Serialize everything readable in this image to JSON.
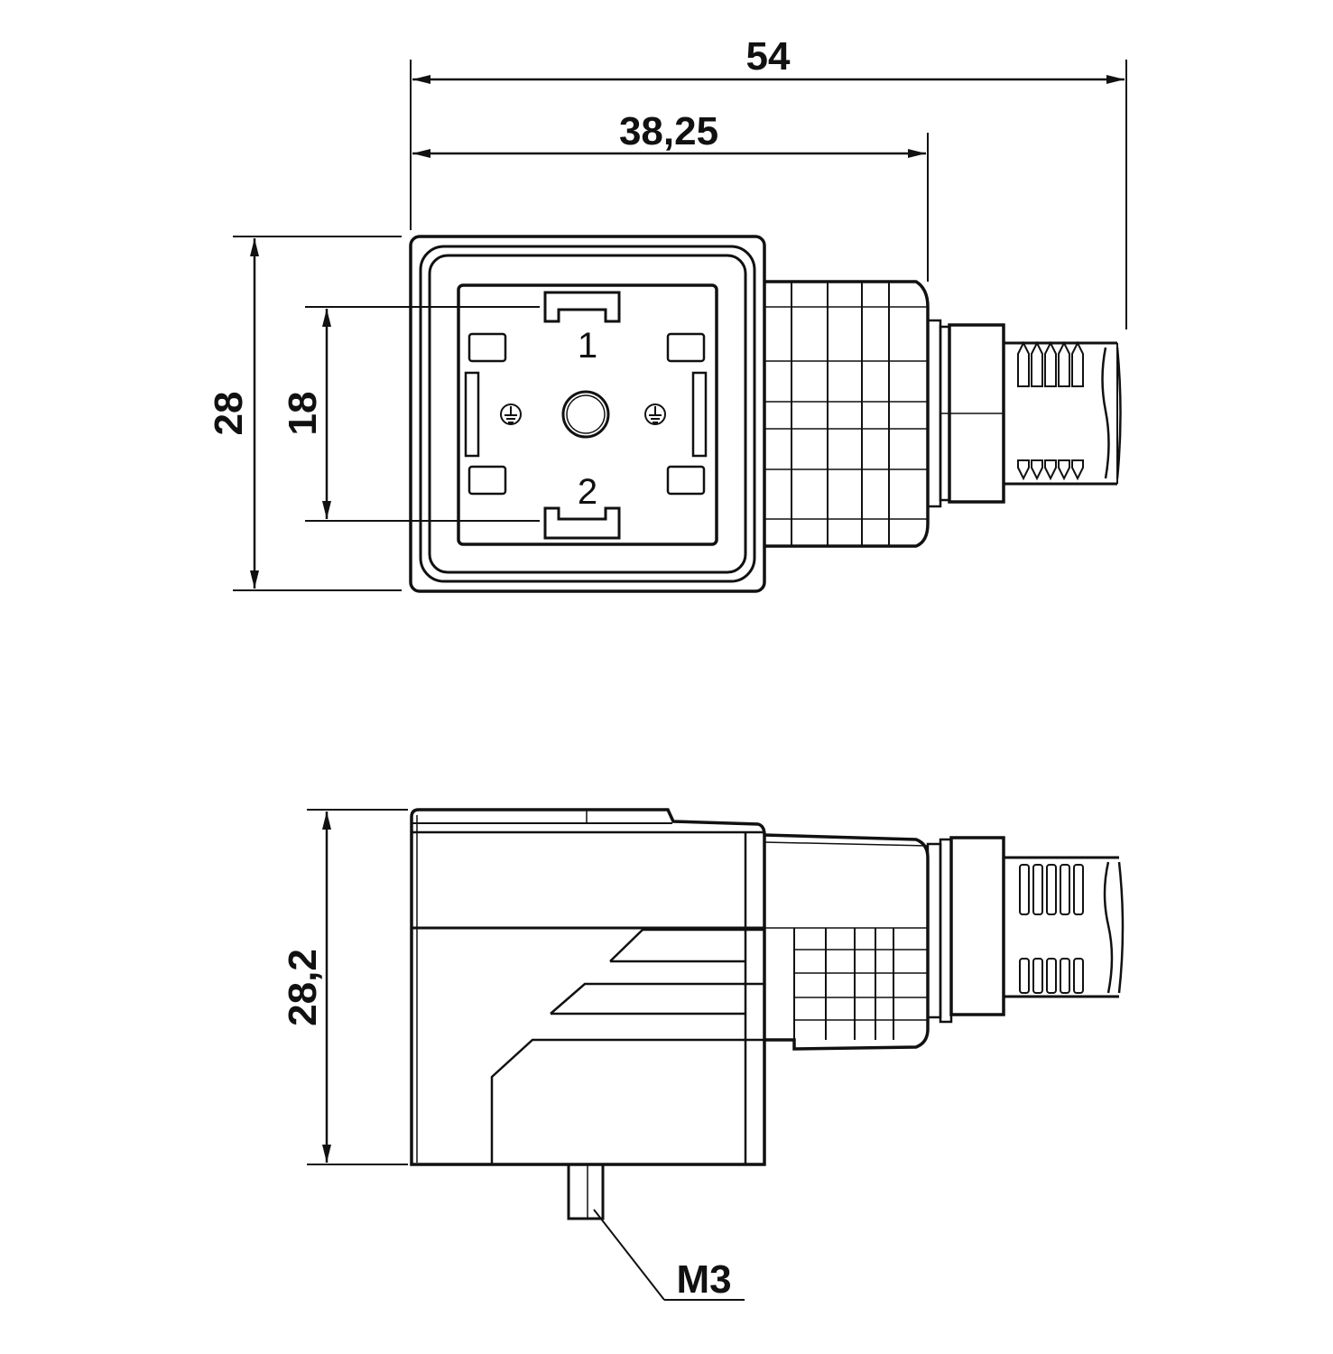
{
  "dimensions": {
    "overall_length": "54",
    "housing_length": "38,25",
    "housing_height": "28",
    "pin_spacing": "18",
    "side_height": "28,2",
    "screw": "M3"
  },
  "pins": {
    "pin1": "1",
    "pin2": "2"
  },
  "icons": {
    "ground_left": "ground-icon",
    "ground_right": "ground-icon"
  },
  "colors": {
    "line": "#111111",
    "background": "#ffffff"
  }
}
